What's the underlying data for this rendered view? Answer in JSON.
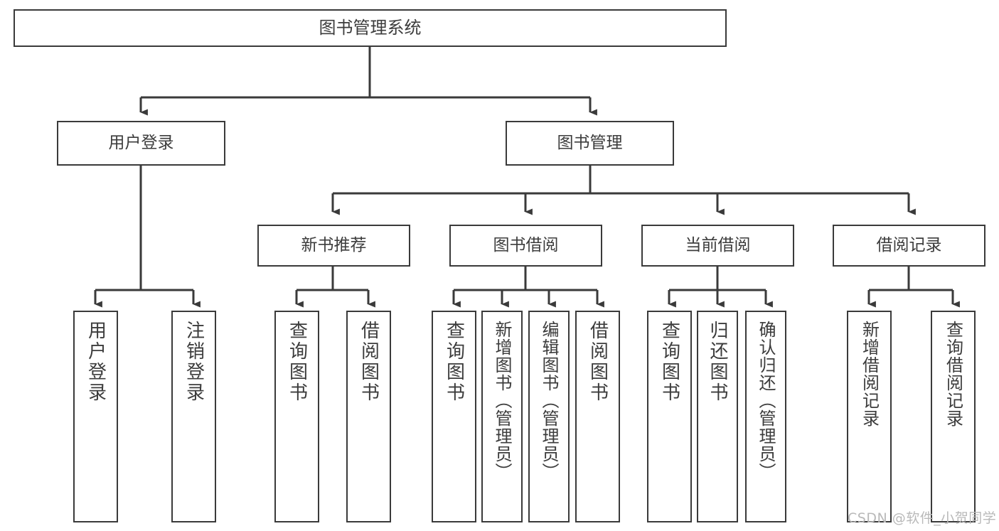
{
  "diagram": {
    "title": "图书管理系统",
    "root": {
      "label": "图书管理系统"
    },
    "level1": [
      {
        "label": "用户登录"
      },
      {
        "label": "图书管理"
      }
    ],
    "level2": [
      {
        "label": "新书推荐"
      },
      {
        "label": "图书借阅"
      },
      {
        "label": "当前借阅"
      },
      {
        "label": "借阅记录"
      }
    ],
    "leaves": {
      "user_login": [
        {
          "label": "用户登录"
        },
        {
          "label": "注销登录"
        }
      ],
      "new_book": [
        {
          "label": "查询图书"
        },
        {
          "label": "借阅图书"
        }
      ],
      "borrow": [
        {
          "label": "查询图书"
        },
        {
          "label": "新增图书（管理员）"
        },
        {
          "label": "编辑图书（管理员）"
        },
        {
          "label": "借阅图书"
        }
      ],
      "current": [
        {
          "label": "查询图书"
        },
        {
          "label": "归还图书"
        },
        {
          "label": "确认归还（管理员）"
        }
      ],
      "records": [
        {
          "label": "新增借阅记录"
        },
        {
          "label": "查询借阅记录"
        }
      ]
    }
  },
  "watermark": {
    "text": "CSDN @软件_小贺同学"
  },
  "colors": {
    "box_border": "#3a3a3a",
    "text": "#3c3c3c",
    "background": "#ffffff",
    "watermark": "#b9b9b9"
  }
}
